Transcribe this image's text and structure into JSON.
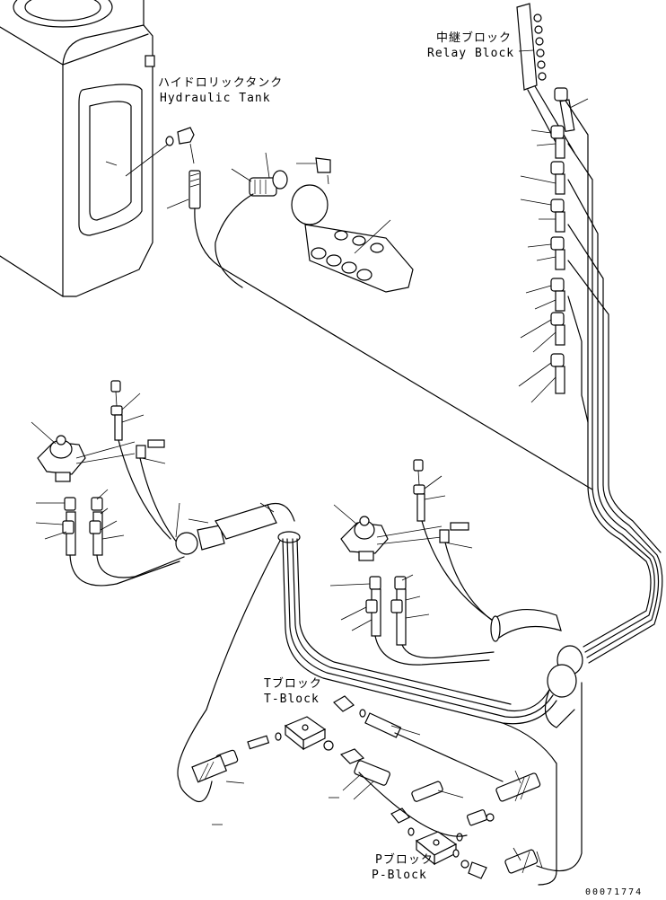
{
  "labels": {
    "hydraulic_tank_jp": "ハイドロリックタンク",
    "hydraulic_tank_en": "Hydraulic Tank",
    "relay_block_jp": "中継ブロック",
    "relay_block_en": "Relay Block",
    "t_block_jp": "Tブロック",
    "t_block_en": "T-Block",
    "p_block_jp": "Pブロック",
    "p_block_en": "P-Block"
  },
  "doc_number": "00071774"
}
